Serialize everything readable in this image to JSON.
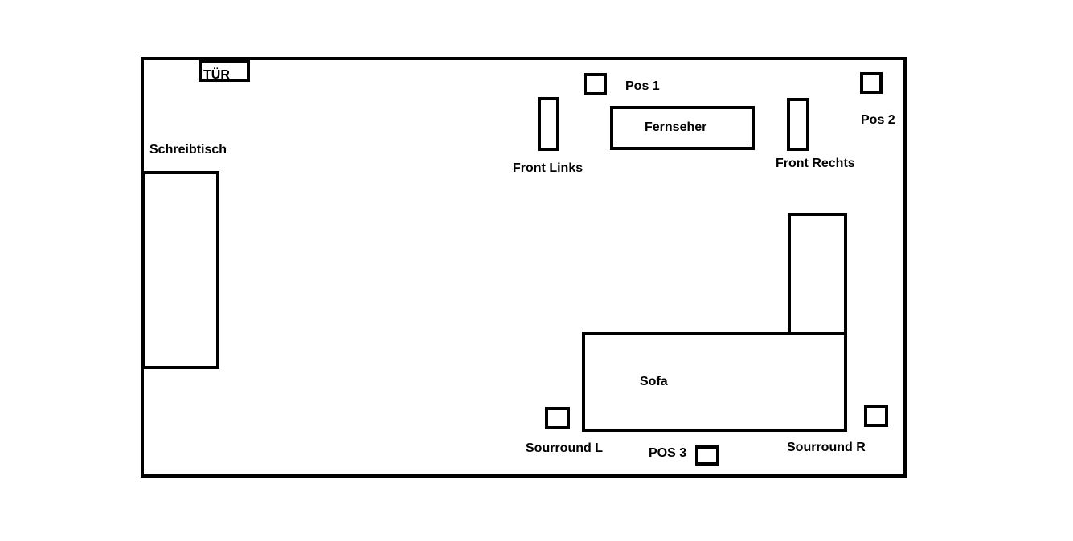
{
  "floorplan": {
    "colors": {
      "stroke": "#000000",
      "background": "#ffffff"
    },
    "labels": {
      "door": "TÜR",
      "desk": "Schreibtisch",
      "tv": "Fernseher",
      "front_left": "Front Links",
      "front_right": "Front Rechts",
      "pos1": "Pos 1",
      "pos2": "Pos 2",
      "pos3": "POS 3",
      "sofa": "Sofa",
      "surround_left": "Sourround L",
      "surround_right": "Sourround R"
    }
  }
}
